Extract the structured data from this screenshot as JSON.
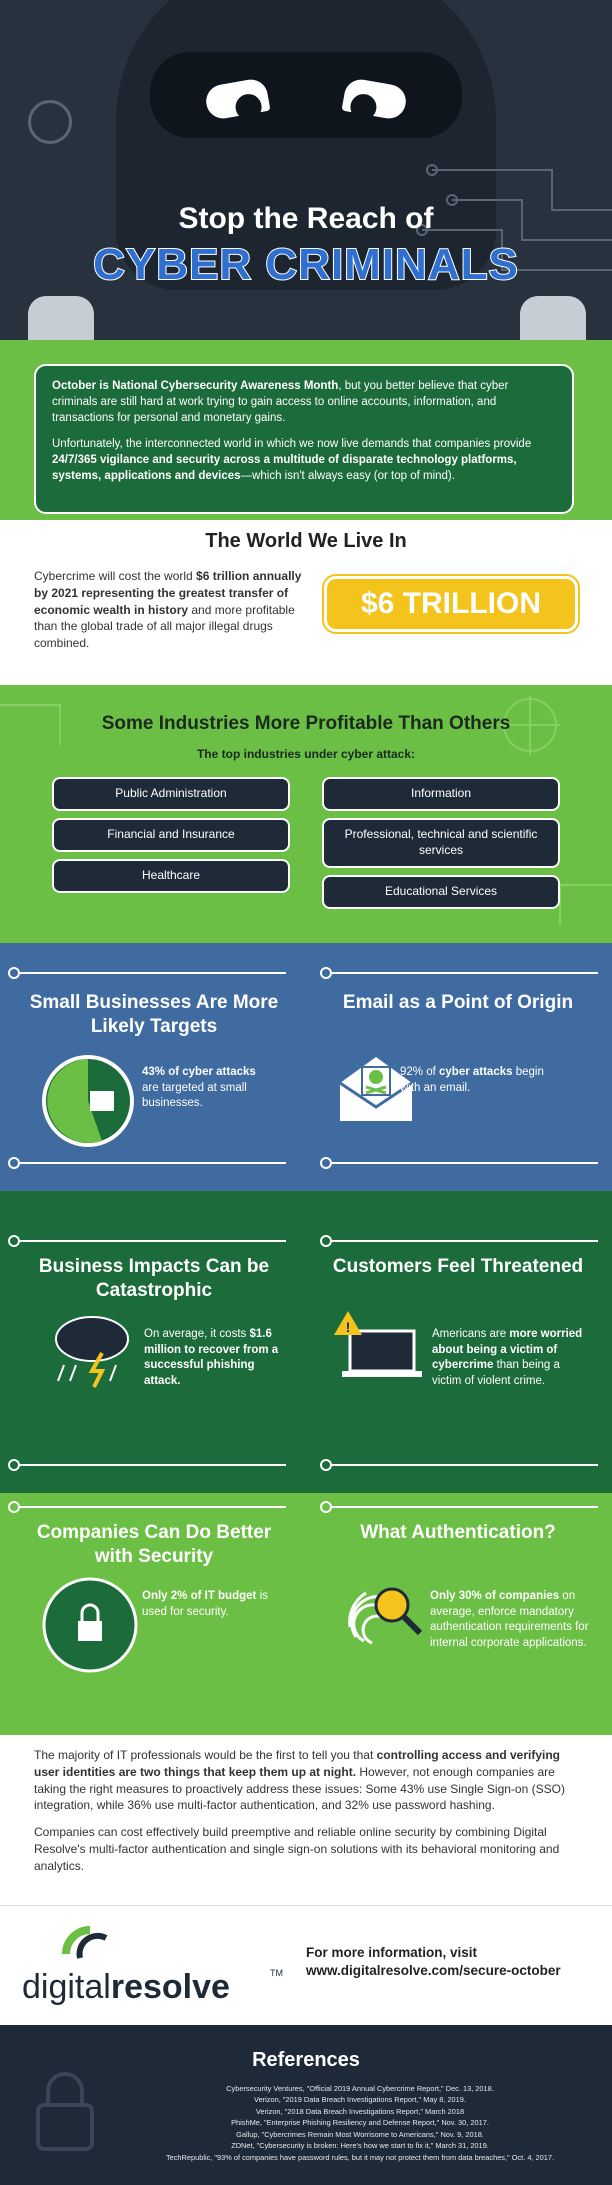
{
  "hero": {
    "title_line1": "Stop the Reach of",
    "title_line2": "CYBER CRIMINALS"
  },
  "intro": {
    "p1_bold": "October is National Cybersecurity Awareness Month",
    "p1_rest": ", but you better believe that cyber criminals are still hard at work trying to gain access to online accounts, information, and transactions for personal and monetary gains.",
    "p2_pre": "Unfortunately, the interconnected world in which we now live demands that companies provide ",
    "p2_bold": "24/7/365 vigilance and security across a multitude of disparate technology platforms, systems, applications and devices",
    "p2_post": "—which isn't always easy (or top of mind)."
  },
  "world": {
    "title": "The World We Live In",
    "text_pre": "Cybercrime will cost the world ",
    "text_bold": "$6 trillion annually by 2021 representing the greatest transfer of economic wealth in history",
    "text_post": " and more profitable than the global trade of all major illegal drugs combined.",
    "badge": "$6 TRILLION"
  },
  "industries": {
    "title": "Some Industries More Profitable Than Others",
    "subtitle": "The top industries under cyber attack:",
    "left": [
      "Public Administration",
      "Financial and Insurance",
      "Healthcare"
    ],
    "right": [
      "Information",
      "Professional, technical and scientific services",
      "Educational Services"
    ]
  },
  "stats": {
    "small_biz": {
      "title": "Small Businesses Are More Likely Targets",
      "text_bold": "43% of cyber attacks",
      "text_rest": " are targeted at small businesses."
    },
    "email": {
      "title": "Email as a Point of Origin",
      "text_pre": "92% of ",
      "text_bold": "cyber attacks",
      "text_rest": " begin with an email."
    },
    "impacts": {
      "title": "Business Impacts Can be Catastrophic",
      "text_pre": "On average, it costs ",
      "text_bold": "$1.6 million to recover from a successful phishing attack.",
      "text_rest": ""
    },
    "customers": {
      "title": "Customers Feel Threatened",
      "text_pre": "Americans are ",
      "text_bold": "more worried about being a victim of cybercrime",
      "text_rest": " than being a victim of violent crime."
    },
    "companies": {
      "title": "Companies Can Do Better with Security",
      "text_bold": "Only 2% of IT budget",
      "text_rest": " is used for security."
    },
    "auth": {
      "title": "What Authentication?",
      "text_bold": "Only 30% of companies",
      "text_rest": " on average, enforce mandatory authentication requirements for internal corporate applications."
    }
  },
  "conclusion": {
    "p1_pre": "The majority of IT professionals would be the first to tell you that ",
    "p1_bold": "controlling access and verifying user identities are two things that keep them up at night.",
    "p1_post": " However, not enough companies are taking the right measures to proactively address these issues: Some 43% use Single Sign-on (SSO) integration, while 36% use multi-factor authentication, and 32% use password hashing.",
    "p2": "Companies can cost effectively build preemptive and reliable online security by combining Digital Resolve's multi-factor authentication and single sign-on solutions with its behavioral monitoring and analytics."
  },
  "brand": {
    "logo_light": "digital",
    "logo_bold": "resolve",
    "tm": "TM",
    "more_line1": "For more information, visit",
    "more_line2": "www.digitalresolve.com/secure-october"
  },
  "references": {
    "title": "References",
    "items": [
      "Cybersecurity Ventures, \"Official 2019 Annual Cybercrime Report,\" Dec. 13, 2018.",
      "Verizon, \"2019 Data Breach Investigations Report,\" May 8, 2019.",
      "Verizon, \"2018 Data Breach Investigations Report,\" March 2018",
      "PhishMe, \"Enterprise Phishing Resiliency and Defense Report,\" Nov. 30, 2017.",
      "Gallup, \"Cybercrimes Remain Most Worrisome to Americans,\" Nov. 9, 2018.",
      "ZDNet, \"Cybersecurity is broken: Here's how we start to fix it,\" March 31, 2019.",
      "TechRepublic, \"93% of companies have password rules, but it may not protect them from data breaches,\" Oct. 4, 2017."
    ]
  },
  "colors": {
    "dark_navy": "#1f2a38",
    "dark_green": "#1c6b3a",
    "light_green": "#6cbf45",
    "blue": "#3f6ba0",
    "yellow": "#f4c41d",
    "title_blue": "#2f6fd0"
  }
}
